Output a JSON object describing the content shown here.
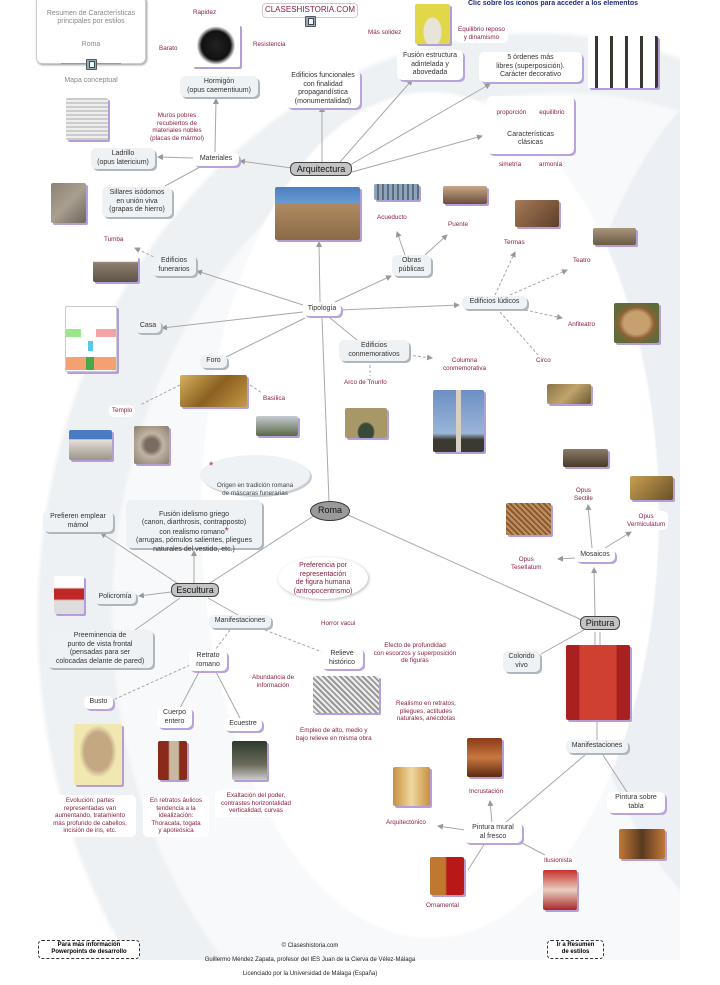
{
  "header": {
    "summary_title": "Resumen de Características\nprincipales por estilos",
    "summary_style": "Roma",
    "summary_map": "Mapa conceptual",
    "site_link": "CLASESHISTORIA.COM",
    "instruction": "Clic sobre los iconos para acceder a los elementos"
  },
  "arquitectura": {
    "title": "Arquitectura",
    "rapidez": "Rapidez",
    "barato": "Barato",
    "resistencia": "Resistencia",
    "hormigon": "Hormigón\n(opus caementiuum)",
    "funcionales": "Edificios funcionales\ncon finalidad\npropagandística\n(monumentalidad)",
    "muros": "Muros pobres\nrecubiertos de\nmateriales nobles\n(placas de mármol)",
    "ladrillo": "Ladrillo\n(opus latericium)",
    "materiales": "Materiales",
    "sillares": "Sillares isódomos\nen unión viva\n(grapas de hierro)",
    "mas_solidez": "Más solidez",
    "equilibrio_reposo": "Equilibrio reposo\ny dinamismo",
    "fusion_estructura": "Fusión estructura\nadintelada y\nabovedada",
    "ordenes": "5 órdenes más\nlibres (superposición).\nCarácter decorativo",
    "caracteristicas": "Características\nclásicas",
    "proporcion": "proporción",
    "equilibrio": "equilibrio",
    "simetria": "simetría",
    "armonia": "armonía"
  },
  "tipologia": {
    "title": "Tipología",
    "obras_publicas": "Obras\npúblicas",
    "acueducto": "Acueducto",
    "puente": "Puente",
    "funerarios": "Edificios\nfunerarios",
    "tumba": "Tumba",
    "casa": "Casa",
    "ludicos": "Edificios lúdicos",
    "termas": "Termas",
    "teatro": "Teatro",
    "anfiteatro": "Anfiteatro",
    "circo": "Circo",
    "conmemorativos": "Edificios\nconmemorativos",
    "columna": "Columna\nconmemorativa",
    "arco": "Arco de Triunfo",
    "foro": "Foro",
    "basilica": "Basílica",
    "templo": "Templo"
  },
  "roma": {
    "title": "Roma",
    "origen": "Origen en tradición romana\nde máscaras funerarias",
    "asterisk": "*"
  },
  "escultura": {
    "title": "Escultura",
    "prefieren": "Prefieren emplear\nmámol",
    "fusion": "Fusión idelismo griego\n(canon, diarthrosis, contrapposto)\ncon realismo romano",
    "fusion2": "(arrugas, pómulos salientes, pliegues\nnaturales del vestido, etc.)",
    "preferencia": "Preferencia por\nrepresentación\nde figura humana\n(antropocentrismo)",
    "policromia": "Policromía",
    "preeminencia": "Preeminencia de\npunto de vista frontal\n(pensadas para ser\ncolocadas delante de pared)",
    "manifestaciones": "Manifestaciones",
    "horror": "Horror vacui",
    "relieve": "Relieve\nhistórico",
    "efecto": "Efecto de profundidad\ncon escorzos y superposición\nde figuras",
    "retrato": "Retrato\nromano",
    "abundancia": "Abundancia de\ninformación",
    "realismo": "Realismo en retratos,\npliegues, actitudes\nnaturales, anécdotas",
    "empleo": "Empleo de alto, medio y\nbajo relieve en misma obra",
    "busto": "Busto",
    "cuerpo": "Cuerpo\nentero",
    "ecuestre": "Ecuestre",
    "evolucion": "Evolución: partes\nrepresentadas van\naumentando, tratamiento\nmás profundo de cabellos,\nincisión de iris, etc.",
    "aulicos": "En retratos áulicos\ntendencia a la\nidealización:\nThoracata, togata\ny apoteósica",
    "exaltacion": "Exaltación del poder,\ncontrastes horizontalidad\nverticalidad, curvas"
  },
  "pintura": {
    "title": "Pintura",
    "mosaicos": "Mosaicos",
    "sectile": "Opus\nSectile",
    "vermiculatum": "Opus\nVermiculatum",
    "teselatum": "Opus\nTeseIlatum",
    "colorido": "Colorido\nvivo",
    "manifestaciones": "Manifestaciones",
    "tabla": "Pintura sobre\ntabla",
    "mural": "Pintura mural\nal fresco",
    "incrustacion": "Incrustación",
    "arquitectonico": "Arquitectónico",
    "ornamental": "Ornamental",
    "ilusionista": "Ilusionista"
  },
  "footer": {
    "more_info": "Para más información\nPowerpoints de desarrollo",
    "copyright": "© Claseshistoria.com",
    "author": "Guillermo Méndez Zapata, profesor del IES Juan de la Cierva de Vélez-Málaga",
    "license": "Licenciado por la Universidad de Málaga (España)",
    "go_summary": "Ir a Resumen\nde estilos"
  }
}
